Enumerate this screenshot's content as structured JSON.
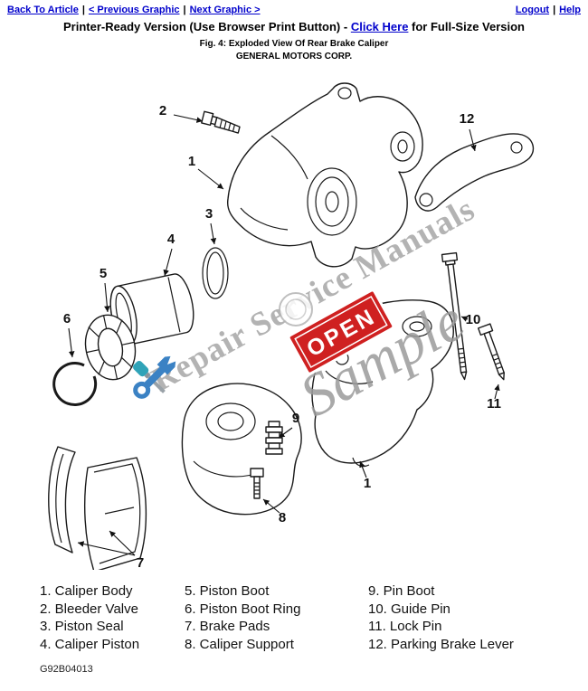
{
  "nav": {
    "back_to_article": "Back To Article",
    "previous_graphic": "< Previous Graphic",
    "next_graphic": "Next Graphic >",
    "logout": "Logout",
    "help": "Help",
    "separator": "|"
  },
  "header": {
    "printer_prefix": "Printer-Ready Version (Use Browser Print Button) - ",
    "click_here": "Click Here",
    "printer_suffix": " for Full-Size Version",
    "fig_title": "Fig. 4: Exploded View Of Rear Brake Caliper",
    "company": "GENERAL MOTORS CORP."
  },
  "diagram": {
    "labels": {
      "n1": "1",
      "n2": "2",
      "n3": "3",
      "n4": "4",
      "n5": "5",
      "n6": "6",
      "n7": "7",
      "n8": "8",
      "n9": "9",
      "n10": "10",
      "n11": "11",
      "n12": "12"
    },
    "watermark": {
      "line1": "Repair Service Manuals",
      "script": "Sample",
      "sign": "OPEN"
    },
    "colors": {
      "link_blue": "#0000cc",
      "open_sign_red": "#cf2020",
      "watermark_gray": "#a6a6a6",
      "wrench_blue": "#3b82c4",
      "handle_teal": "#2fa3b8"
    }
  },
  "legend": {
    "columns": [
      [
        "1. Caliper Body",
        "2. Bleeder Valve",
        "3. Piston Seal",
        "4. Caliper Piston"
      ],
      [
        "5. Piston Boot",
        "6. Piston Boot Ring",
        "7. Brake Pads",
        "8. Caliper Support"
      ],
      [
        "9. Pin Boot",
        "10. Guide Pin",
        "11. Lock Pin",
        "12. Parking Brake Lever"
      ]
    ]
  },
  "footer": {
    "code": "G92B04013"
  }
}
